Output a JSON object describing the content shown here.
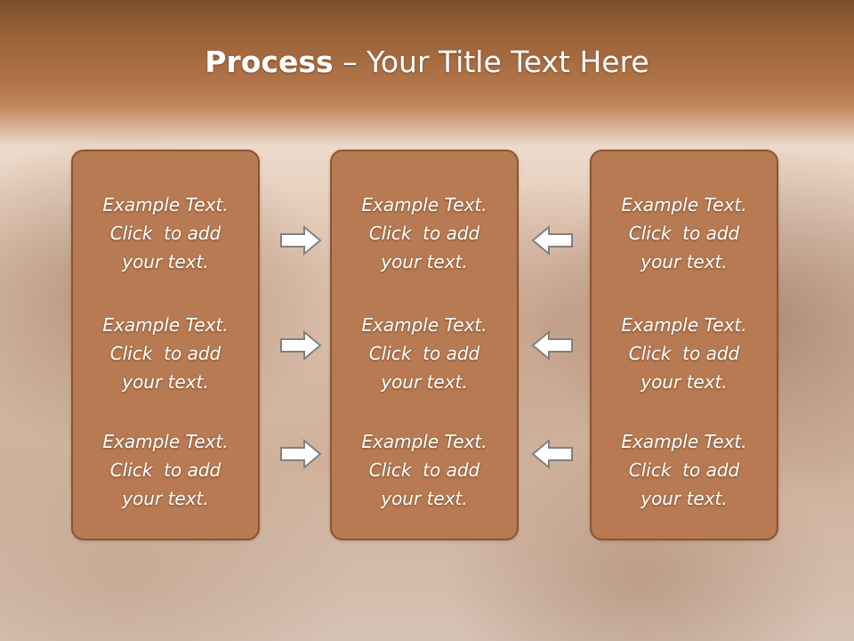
{
  "slide": {
    "title_bold": "Process",
    "title_rest": " – Your Title Text Here"
  },
  "panels": [
    {
      "blocks": [
        {
          "line1": "Example Text.",
          "line2": "Click  to add",
          "line3": "your text."
        },
        {
          "line1": "Example Text.",
          "line2": "Click  to add",
          "line3": "your text."
        },
        {
          "line1": "Example Text.",
          "line2": "Click  to add",
          "line3": "your text."
        }
      ]
    },
    {
      "blocks": [
        {
          "line1": "Example Text.",
          "line2": "Click  to add",
          "line3": "your text."
        },
        {
          "line1": "Example Text.",
          "line2": "Click  to add",
          "line3": "your text."
        },
        {
          "line1": "Example Text.",
          "line2": "Click  to add",
          "line3": "your text."
        }
      ]
    },
    {
      "blocks": [
        {
          "line1": "Example Text.",
          "line2": "Click  to add",
          "line3": "your text."
        },
        {
          "line1": "Example Text.",
          "line2": "Click  to add",
          "line3": "your text."
        },
        {
          "line1": "Example Text.",
          "line2": "Click  to add",
          "line3": "your text."
        }
      ]
    }
  ],
  "arrows": {
    "left_column": [
      "arrow-right-icon",
      "arrow-right-icon",
      "arrow-right-icon"
    ],
    "right_column": [
      "arrow-left-icon",
      "arrow-left-icon",
      "arrow-left-icon"
    ]
  },
  "colors": {
    "title_bar": "#a86d43",
    "panel_fill": "#b77a52",
    "panel_border": "#8a5534",
    "text": "#ffffff",
    "arrow_fill": "#ffffff",
    "arrow_stroke": "#808080"
  }
}
